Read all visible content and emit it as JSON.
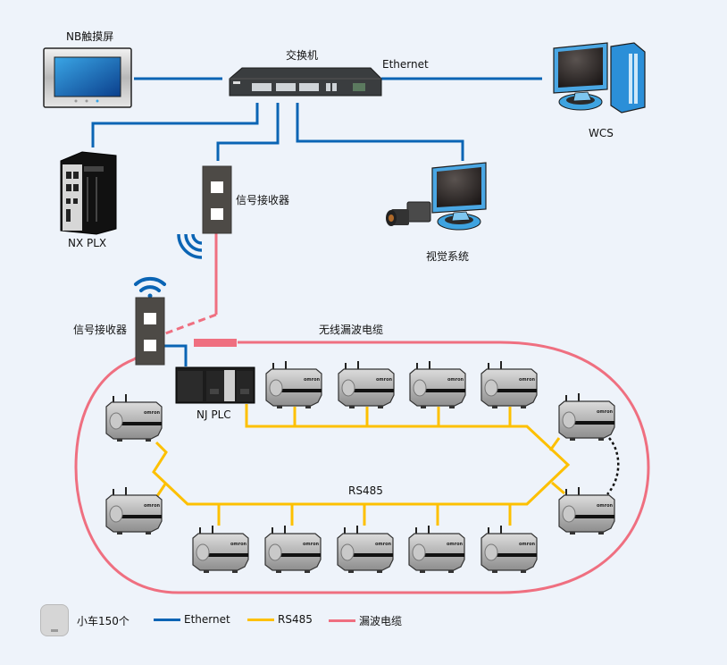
{
  "colors": {
    "background": "#eef3fa",
    "ethernet": "#0a64b4",
    "rs485": "#fdc000",
    "leaky_cable": "#ef6f80",
    "receiver_body": "#4d4a46",
    "wireless_link": "#111111"
  },
  "nodes": {
    "nb_touchscreen": "NB触摸屏",
    "switch": "交换机",
    "ethernet_label": "Ethernet",
    "wcs": "WCS",
    "nx_plx": "NX PLX",
    "receiver_top": "信号接收器",
    "vision_system": "视觉系统",
    "receiver_bottom": "信号接收器",
    "leaky_cable_label": "无线漏波电缆",
    "nj_plc": "NJ PLC",
    "rs485_label": "RS485"
  },
  "robots": {
    "top_row_count": 4,
    "bottom_row_count": 5,
    "left_count": 2,
    "right_count": 2,
    "brand_mark": "omron"
  },
  "legend": {
    "car": "小车150个",
    "ethernet": "Ethernet",
    "rs485": "RS485",
    "leaky_cable": "漏波电缆"
  }
}
